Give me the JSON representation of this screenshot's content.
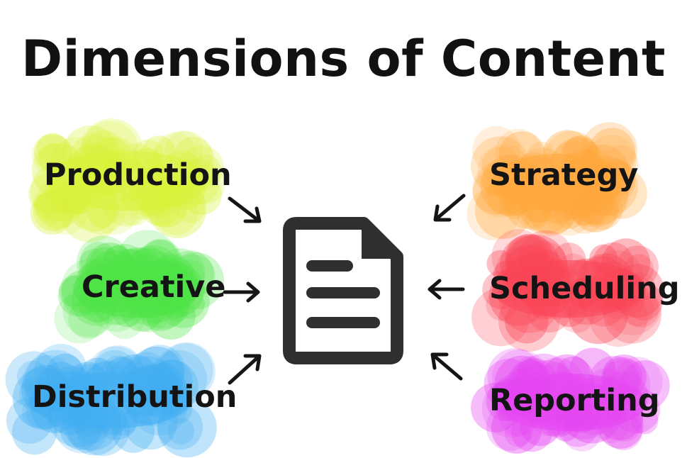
{
  "title": "Dimensions of Content",
  "left_items": [
    {
      "label": "Production",
      "color": "#d9f23a"
    },
    {
      "label": "Creative",
      "color": "#4fe447"
    },
    {
      "label": "Distribution",
      "color": "#41aef2"
    }
  ],
  "right_items": [
    {
      "label": "Strategy",
      "color": "#ffa83d"
    },
    {
      "label": "Scheduling",
      "color": "#fa4657"
    },
    {
      "label": "Reporting",
      "color": "#e547f2"
    }
  ],
  "center_icon": "document-icon",
  "arrow_icon": "arrow-icon"
}
